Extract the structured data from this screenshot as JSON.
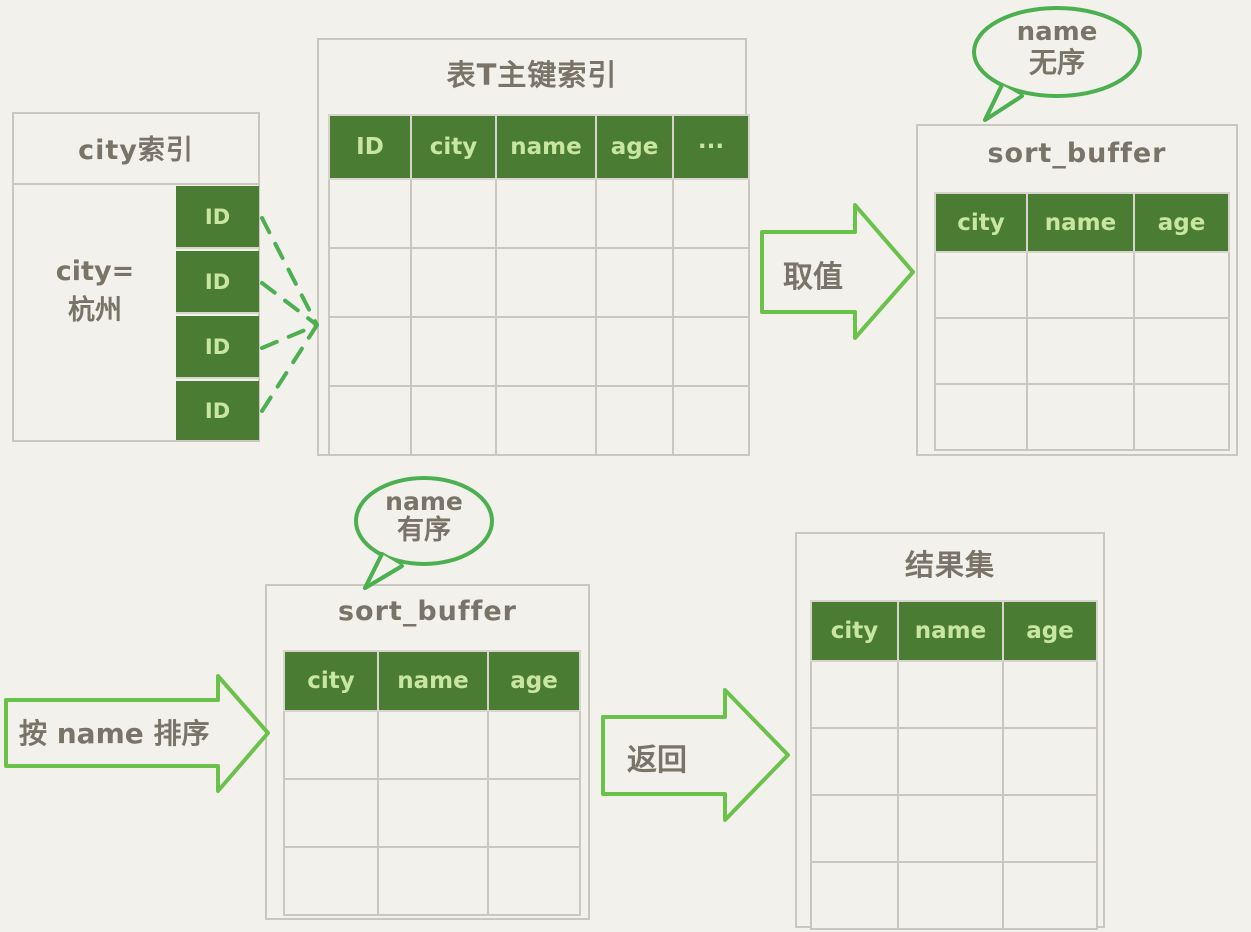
{
  "background_color": "#f2f1ec",
  "accent_green": "#4a7c34",
  "header_text_color": "#c9e6a0",
  "arrow_stroke_color": "#6bc24a",
  "ink_color": "#7a7468",
  "border_color": "#c9c7c0",
  "city_index": {
    "title": "city索引",
    "condition": "city=\n杭州",
    "condition_line1": "city=",
    "condition_line2": "杭州",
    "id_cells": [
      "ID",
      "ID",
      "ID",
      "ID"
    ]
  },
  "primary_index": {
    "title": "表T主键索引",
    "columns": [
      "ID",
      "city",
      "name",
      "age",
      "···"
    ],
    "body_rows": 4
  },
  "sort_buffer_top": {
    "title": "sort_buffer",
    "columns": [
      "city",
      "name",
      "age"
    ],
    "body_rows": 3,
    "bubble_line1": "name",
    "bubble_line2": "无序"
  },
  "sort_buffer_bottom": {
    "title": "sort_buffer",
    "columns": [
      "city",
      "name",
      "age"
    ],
    "body_rows": 3,
    "bubble_line1": "name",
    "bubble_line2": "有序"
  },
  "result_set": {
    "title": "结果集",
    "columns": [
      "city",
      "name",
      "age"
    ],
    "body_rows": 4
  },
  "arrows": {
    "fetch": "取值",
    "sort_by_name": "按 name 排序",
    "return": "返回"
  }
}
